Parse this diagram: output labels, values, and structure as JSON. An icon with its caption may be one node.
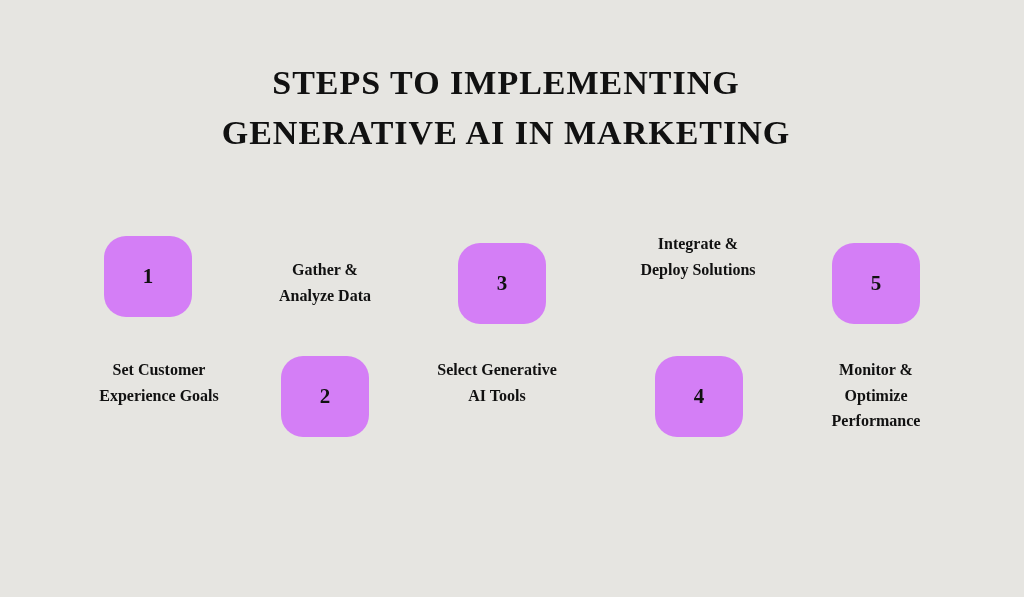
{
  "diagram": {
    "title": "STEPS TO IMPLEMENTING GENERATIVE AI IN MARKETING",
    "nodes": [
      {
        "text": [
          "1"
        ]
      },
      {
        "text": [
          "2"
        ]
      },
      {
        "text": [
          "3"
        ]
      },
      {
        "text": [
          "4"
        ]
      },
      {
        "text": [
          "5"
        ]
      }
    ],
    "labels": [
      "Gather & Analyze Data",
      "Integrate & Deploy Solutions",
      "Set Customer Experience Goals",
      "Select Generative AI Tools",
      "Monitor & Optimize Performance"
    ]
  }
}
